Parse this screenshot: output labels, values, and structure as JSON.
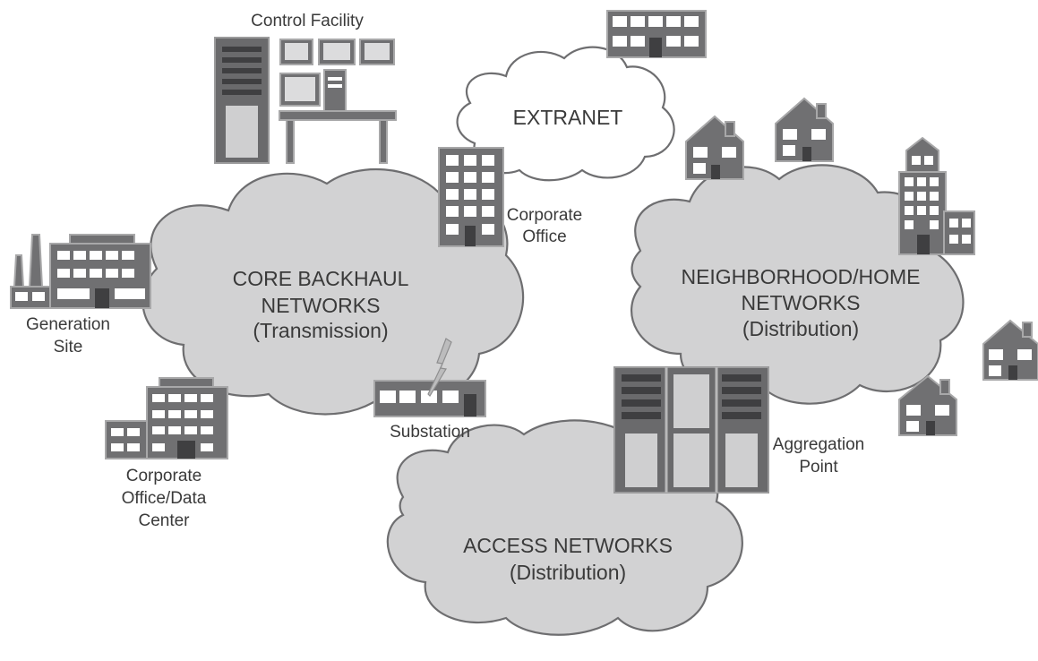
{
  "clouds": {
    "core": {
      "line1": "CORE BACKHAUL",
      "line2": "NETWORKS",
      "line3": "(Transmission)"
    },
    "extranet": {
      "line1": "EXTRANET"
    },
    "neighborhood": {
      "line1": "NEIGHBORHOOD/HOME",
      "line2": "NETWORKS",
      "line3": "(Distribution)"
    },
    "access": {
      "line1": "ACCESS NETWORKS",
      "line2": "(Distribution)"
    }
  },
  "labels": {
    "control_facility": "Control Facility",
    "corporate_office": {
      "line1": "Corporate",
      "line2": "Office"
    },
    "generation_site": {
      "line1": "Generation",
      "line2": "Site"
    },
    "substation": "Substation",
    "corporate_datacenter": {
      "line1": "Corporate",
      "line2": "Office/Data",
      "line3": "Center"
    },
    "aggregation_point": {
      "line1": "Aggregation",
      "line2": "Point"
    }
  },
  "icons": {
    "control_facility": "server-and-workstation-icon",
    "extranet_building": "office-building-icon",
    "corporate_office": "office-tower-icon",
    "generation_site": "power-plant-icon",
    "substation": "substation-icon",
    "lightning": "lightning-bolt-icon",
    "datacenter": "data-center-building-icon",
    "aggregation_point": "equipment-rack-icon",
    "homes": "house-icon",
    "apartment": "apartment-building-icon"
  }
}
